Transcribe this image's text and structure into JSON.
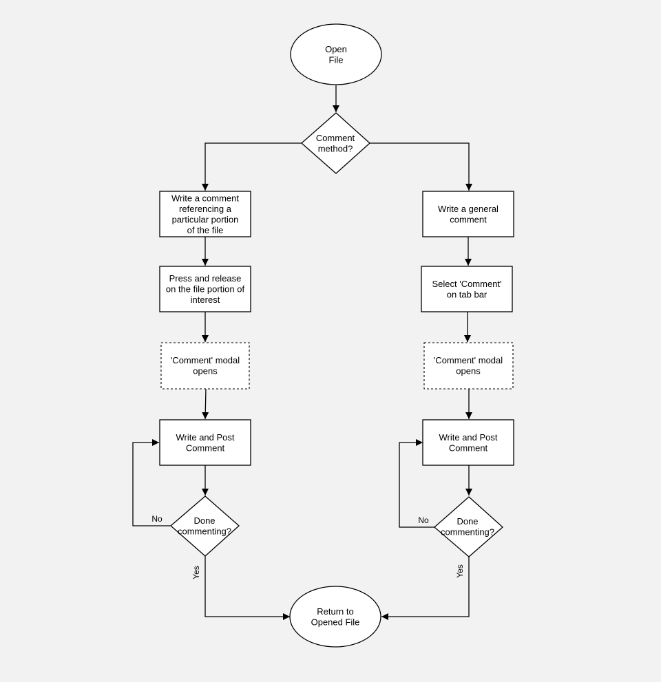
{
  "colors": {
    "background": "#f2f2f2",
    "node_fill": "#ffffff",
    "stroke": "#000000"
  },
  "nodes": {
    "open_file": [
      "Open",
      "File"
    ],
    "comment_method": [
      "Comment",
      "method?"
    ],
    "write_specific": [
      "Write a comment",
      "referencing a",
      "particular portion",
      "of the file"
    ],
    "press_release": [
      "Press and release",
      "on the file portion of",
      "interest"
    ],
    "modal_left": [
      "'Comment' modal",
      "opens"
    ],
    "post_left": [
      "Write and Post",
      "Comment"
    ],
    "done_left": [
      "Done",
      "commenting?"
    ],
    "write_general": [
      "Write a general",
      "comment"
    ],
    "select_comment": [
      "Select 'Comment'",
      "on tab bar"
    ],
    "modal_right": [
      "'Comment' modal",
      "opens"
    ],
    "post_right": [
      "Write and Post",
      "Comment"
    ],
    "done_right": [
      "Done",
      "commenting?"
    ],
    "return_file": [
      "Return to",
      "Opened File"
    ]
  },
  "edge_labels": {
    "no_left": "No",
    "yes_left": "Yes",
    "no_right": "No",
    "yes_right": "Yes"
  }
}
